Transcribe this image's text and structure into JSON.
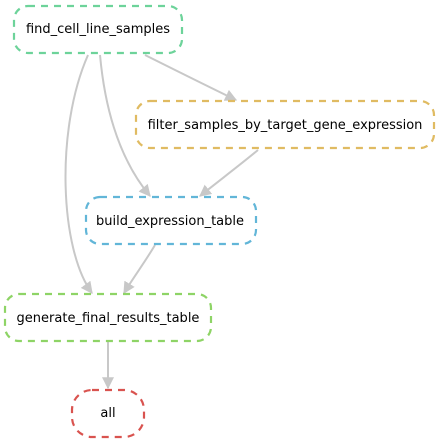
{
  "diagram": {
    "type": "workflow-dag",
    "nodes": [
      {
        "id": "find",
        "label": "find_cell_line_samples",
        "color": "#6dd39a"
      },
      {
        "id": "filter",
        "label": "filter_samples_by_target_gene_expression",
        "color": "#e0bb62"
      },
      {
        "id": "build",
        "label": "build_expression_table",
        "color": "#62b6d8"
      },
      {
        "id": "generate",
        "label": "generate_final_results_table",
        "color": "#8ed466"
      },
      {
        "id": "all",
        "label": "all",
        "color": "#d9534f"
      }
    ],
    "edges": [
      {
        "from": "find",
        "to": "filter"
      },
      {
        "from": "find",
        "to": "build"
      },
      {
        "from": "find",
        "to": "generate"
      },
      {
        "from": "filter",
        "to": "build"
      },
      {
        "from": "build",
        "to": "generate"
      },
      {
        "from": "generate",
        "to": "all"
      }
    ],
    "edge_color": "#c8c8c8"
  }
}
